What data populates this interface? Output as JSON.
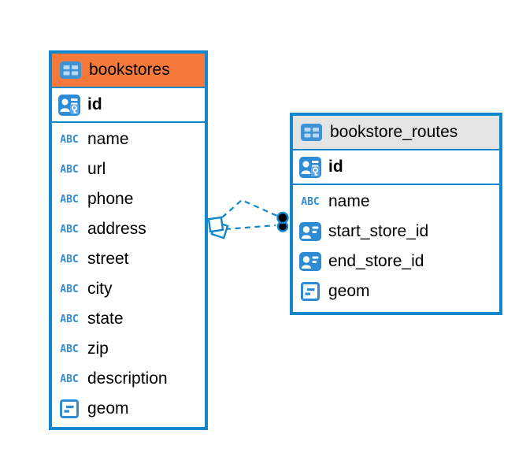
{
  "colors": {
    "accent_blue": "#1387cc",
    "icon_blue": "#2e8bd4",
    "icon_cell_blue": "#b9d8f2",
    "key_overlay_blue": "#59a7e6",
    "header_orange": "#f6793c",
    "header_gray": "#e4e4e4",
    "text": "#000000",
    "endpoint_fill": "#000000"
  },
  "icons": {
    "abc_text": "ABC"
  },
  "tables": [
    {
      "name": "bookstores",
      "header_style": "orange",
      "columns": [
        {
          "name": "id",
          "type_icon": "primary-key"
        },
        {
          "name": "name",
          "type_icon": "text"
        },
        {
          "name": "url",
          "type_icon": "text"
        },
        {
          "name": "phone",
          "type_icon": "text"
        },
        {
          "name": "address",
          "type_icon": "text"
        },
        {
          "name": "street",
          "type_icon": "text"
        },
        {
          "name": "city",
          "type_icon": "text"
        },
        {
          "name": "state",
          "type_icon": "text"
        },
        {
          "name": "zip",
          "type_icon": "text"
        },
        {
          "name": "description",
          "type_icon": "text"
        },
        {
          "name": "geom",
          "type_icon": "geometry"
        }
      ]
    },
    {
      "name": "bookstore_routes",
      "header_style": "gray",
      "columns": [
        {
          "name": "id",
          "type_icon": "primary-key"
        },
        {
          "name": "name",
          "type_icon": "text"
        },
        {
          "name": "start_store_id",
          "type_icon": "reference"
        },
        {
          "name": "end_store_id",
          "type_icon": "reference"
        },
        {
          "name": "geom",
          "type_icon": "geometry"
        }
      ]
    }
  ],
  "relationships": [
    {
      "from_table": "bookstores",
      "to_table": "bookstore_routes",
      "line_style": "dashed",
      "line_count": 2,
      "source_symbol": "stacked-squares",
      "target_symbol": "filled-circles"
    }
  ]
}
